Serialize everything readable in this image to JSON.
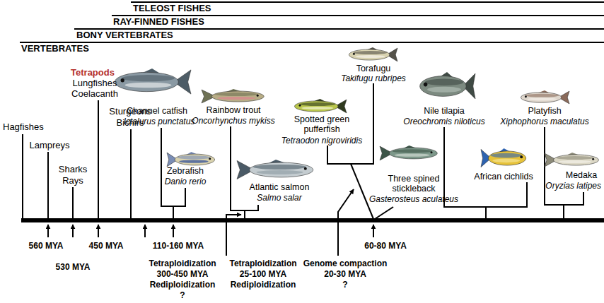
{
  "diagram": {
    "labels": [
      "TELEOST FISHES",
      "RAY-FINNED FISHES",
      "BONY VERTEBRATES",
      "VERTEBRATES",
      "Channel catfish",
      "Ictalurus punctatus",
      "Torafugu",
      "Takifugu rubripes",
      "Tetrapods",
      "Lungfishes",
      "Coelacanth",
      "Rainbow trout",
      "Oncorhynchus mykiss",
      "Spotted green pufferfish",
      "Tetraodon nigroviridis",
      "Nile tilapia",
      "Oreochromis niloticus",
      "Platyfish",
      "Xiphophorus maculatus",
      "Hagfishes",
      "Lampreys",
      "Sharks",
      "Rays",
      "Sturgeons",
      "Bichirs",
      "Zebrafish",
      "Danio rerio",
      "Atlantic salmon",
      "Salmo salar",
      "Three spined stickleback",
      "Gasterosteus aculateus",
      "African cichlids",
      "Medaka",
      "Oryzias latipes",
      "560 MYA",
      "450 MYA",
      "110-160 MYA",
      "530 MYA",
      "60-80 MYA",
      "Tetraploidization",
      "300-450 MYA",
      "Rediploidization",
      "?",
      "Tetraploidization",
      "25-100 MYA",
      "Rediploidization",
      "Genome compaction",
      "20-30 MYA",
      "?"
    ]
  }
}
